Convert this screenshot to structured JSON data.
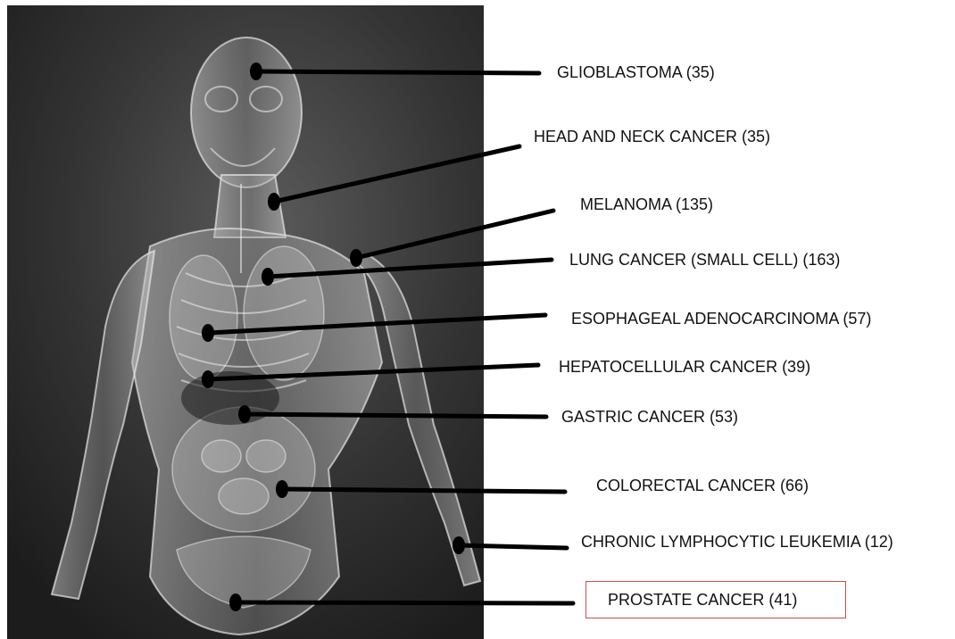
{
  "figure": {
    "background_color": "#ffffff",
    "panel_color": "#2e2e2e",
    "leader_line_color": "#000000",
    "highlight_box_color": "#c0504d"
  },
  "labels": [
    {
      "text": "GLIOBLASTOMA (35)"
    },
    {
      "text": "HEAD AND NECK CANCER (35)"
    },
    {
      "text": "MELANOMA (135)"
    },
    {
      "text": "LUNG CANCER (SMALL CELL) (163)"
    },
    {
      "text": "ESOPHAGEAL ADENOCARCINOMA (57)"
    },
    {
      "text": "HEPATOCELLULAR CANCER (39)"
    },
    {
      "text": "GASTRIC CANCER (53)"
    },
    {
      "text": "COLORECTAL CANCER (66)"
    },
    {
      "text": "CHRONIC LYMPHOCYTIC LEUKEMIA (12)"
    },
    {
      "text": "PROSTATE CANCER (41)",
      "highlighted": true
    }
  ]
}
